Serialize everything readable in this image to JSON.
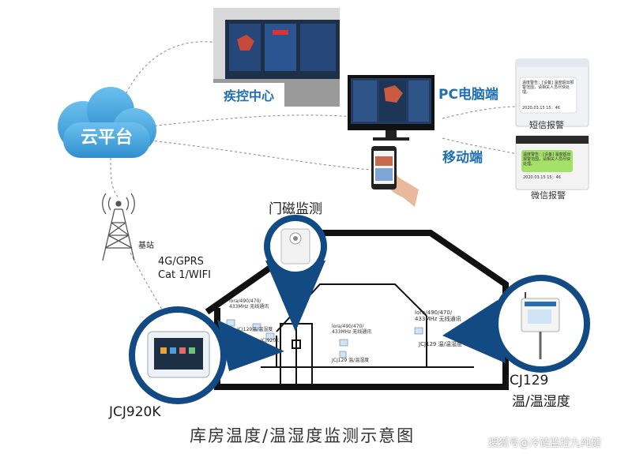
{
  "cloud": {
    "label": "云平台"
  },
  "control_center": {
    "label": "疾控中心"
  },
  "pc": {
    "label": "PC电脑端"
  },
  "mobile": {
    "label": "移动端"
  },
  "sms": {
    "label": "短信报警",
    "message": "温度警告：[设备] 温度超出报警范围，请相关人员尽快处理。",
    "time": "2020.03.15  15：46"
  },
  "wechat": {
    "label": "微信报警",
    "message": "温度警告：[设备] 温度超出报警范围，请相关人员尽快处理。",
    "time": "2020.03.15  15：46"
  },
  "tower": {
    "label": "基站",
    "network": [
      "4G/GPRS",
      "Cat 1/WIFI"
    ]
  },
  "door_sensor": {
    "label": "门磁监测"
  },
  "gateway": {
    "label": "JCJ920K"
  },
  "sensor": {
    "label_line1": "JCJ129",
    "label_line2": "温/温湿度"
  },
  "house_notes": {
    "left_radio": "lora/490/470/\n433MHz 无线通讯",
    "left_sensor": "JCJ129温/温湿度",
    "left_gateway": "JCJ920K",
    "mid_radio": "lora/490/470/\n433MHz 无线通讯",
    "mid_sensor": "JCJ129 温/温湿度",
    "right_radio": "lora/490/470/\n433MHz 无线通讯",
    "right_sensor": "JCJ129 温/温湿度"
  },
  "caption": "库房温度/温湿度监测示意图",
  "watermark": "搜狐号@冷链监控九纯健",
  "colors": {
    "accent": "#1f6fb4",
    "dark_blue": "#124a83",
    "cloud": "#4aa8de"
  }
}
